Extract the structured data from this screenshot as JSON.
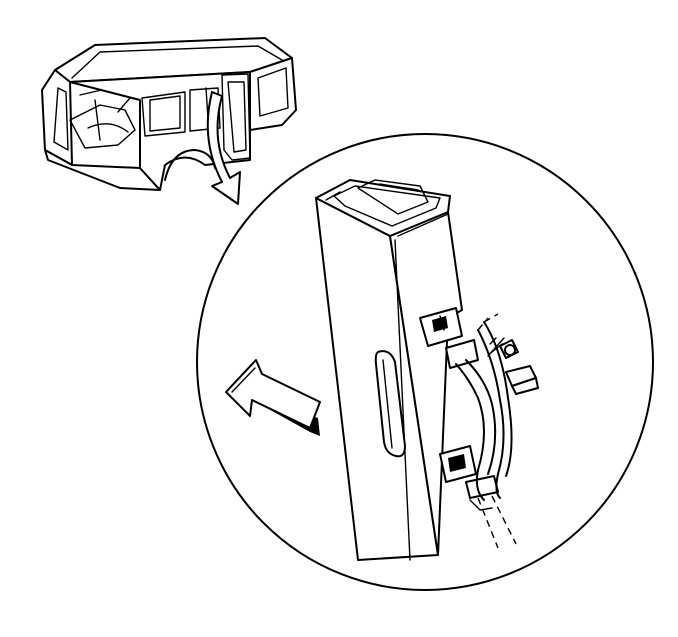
{
  "figure": {
    "kind": "service-manual-illustration",
    "line_color": "#000000",
    "background": "#ffffff",
    "parts": [
      "vehicle-body-icon",
      "location-arrow-icon",
      "detail-view-circle",
      "pillar-panel",
      "access-slot",
      "upper-bracket",
      "lower-bracket",
      "wiring-harness",
      "screw-icon",
      "clip-icon",
      "direction-arrow-icon"
    ]
  }
}
